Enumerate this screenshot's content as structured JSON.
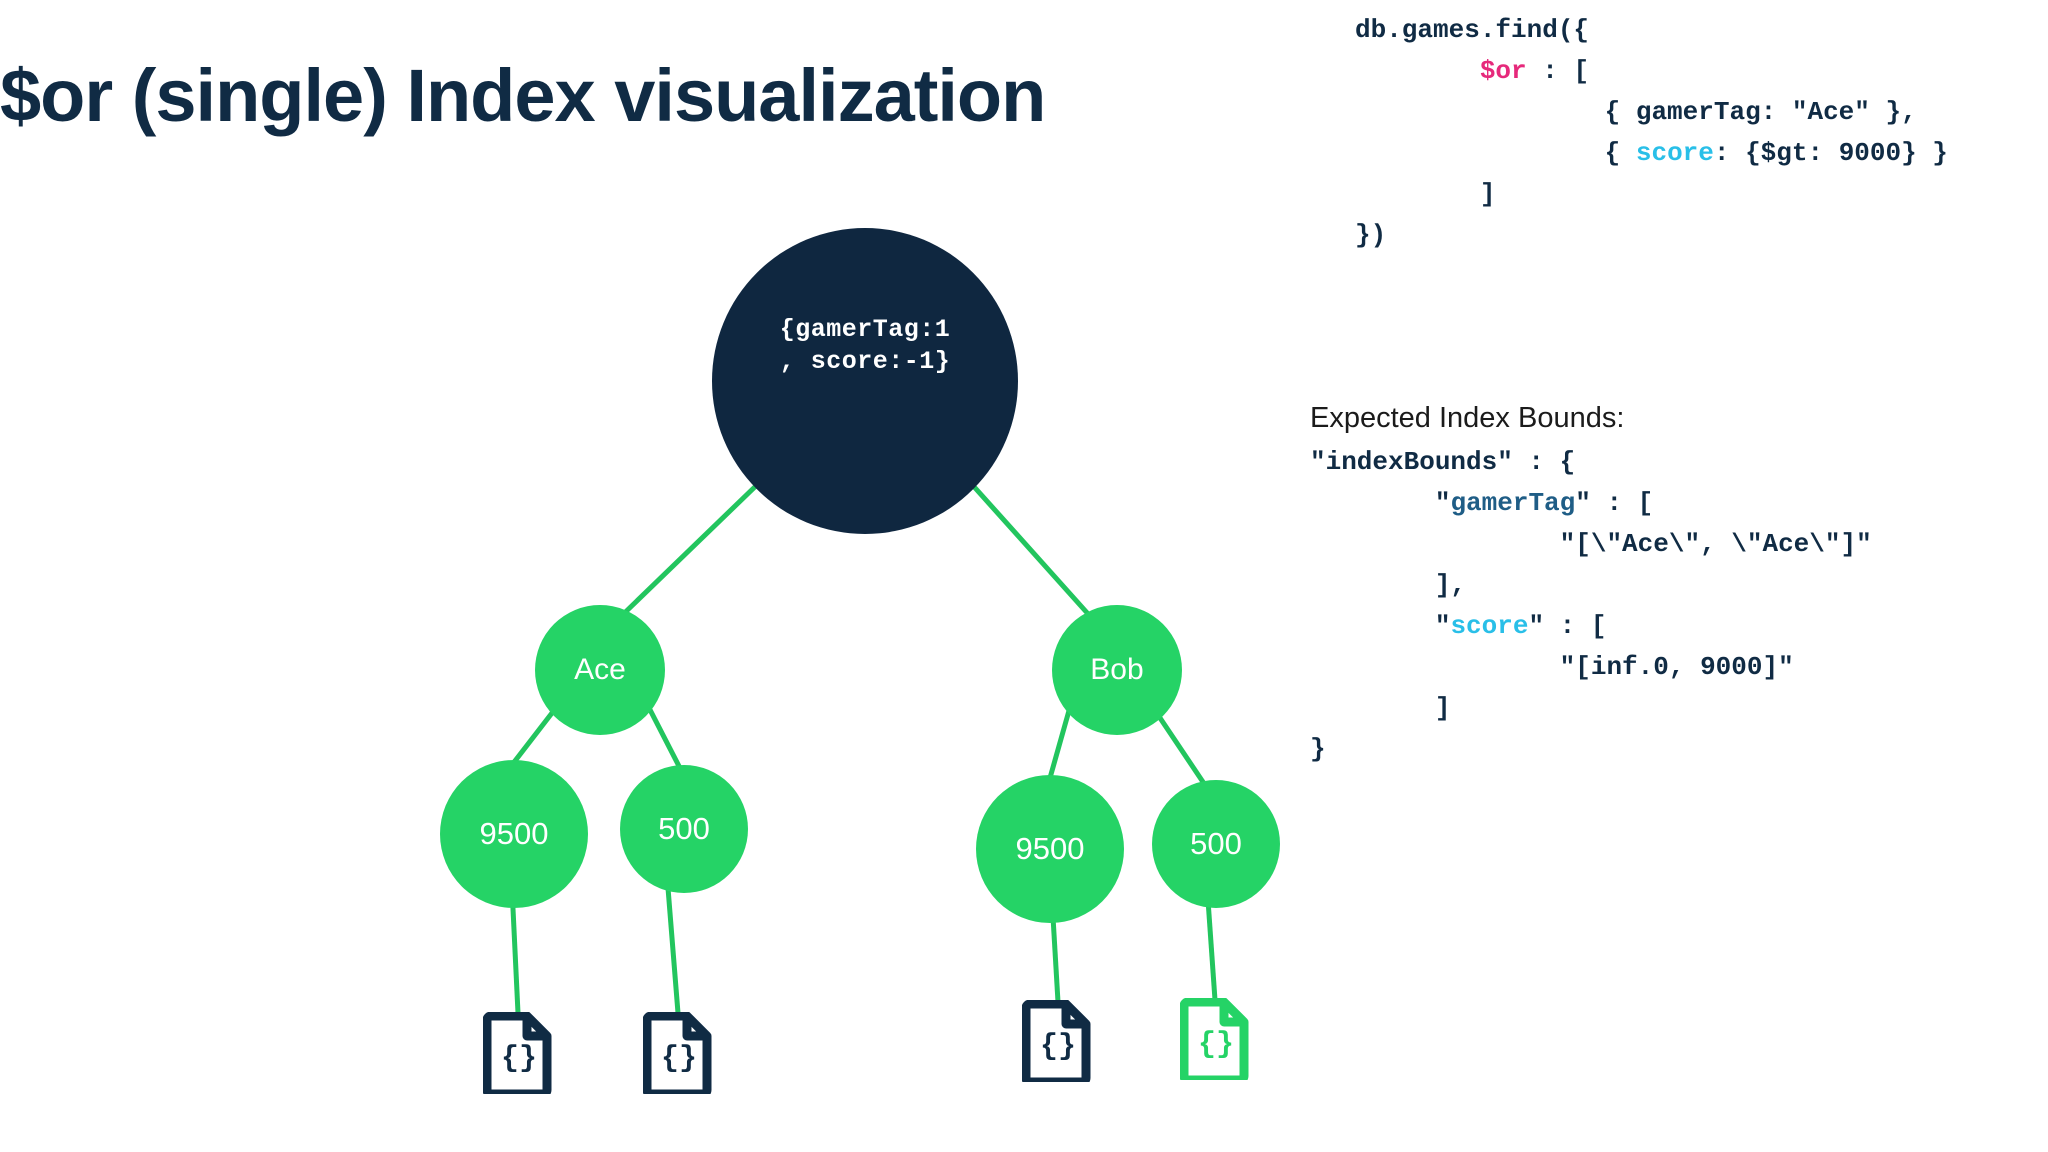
{
  "slide": {
    "title": "$or (single) Index visualization",
    "background": "#ffffff",
    "title_color": "#102b44"
  },
  "colors": {
    "dark_navy": "#0f2740",
    "green": "#25d366",
    "edge_green": "#22c55e",
    "accent_pink": "#e6297b",
    "accent_cyan": "#29bfe8",
    "accent_blue": "#1f5d86"
  },
  "tree": {
    "root": {
      "label": "{gamerTag:1\n, score:-1}",
      "type": "index-spec"
    },
    "level2": [
      {
        "label": "Ace"
      },
      {
        "label": "Bob"
      }
    ],
    "level3": [
      {
        "label": "9500"
      },
      {
        "label": "500"
      },
      {
        "label": "9500"
      },
      {
        "label": "500"
      }
    ],
    "documents": [
      {
        "name": "document-1",
        "highlighted": false
      },
      {
        "name": "document-2",
        "highlighted": false
      },
      {
        "name": "document-3",
        "highlighted": false
      },
      {
        "name": "document-4",
        "highlighted": true
      }
    ]
  },
  "code": {
    "query_lines": [
      {
        "indent": 0,
        "text": "db.games.find({"
      },
      {
        "indent": 1,
        "text": "$or : [",
        "highlight": "or"
      },
      {
        "indent": 2,
        "text": "{ gamerTag: \"Ace\" },"
      },
      {
        "indent": 2,
        "text": "{ score: {$gt: 9000} }",
        "highlight": "score"
      },
      {
        "indent": 1,
        "text": "]"
      },
      {
        "indent": 0,
        "text": "})"
      }
    ],
    "query_plain": "db.games.find({\n        $or : [\n                { gamerTag: \"Ace\" },\n                { score: {$gt: 9000} }\n        ]\n})",
    "bounds_label": "Expected Index Bounds:",
    "bounds_plain": "\"indexBounds\" : {\n        \"gamerTag\" : [\n                \"[\\\"Ace\\\", \\\"Ace\\\"]\"\n        ],\n        \"score\" : [\n                \"[inf.0, 9000]\"\n        ]\n}",
    "tokens": {
      "db_find": "db.games.find({",
      "or": "$or",
      "or_tail": " : [",
      "gamertag_line": "{ gamerTag: \"Ace\" },",
      "score": "score",
      "score_line_head": "{ ",
      "score_line_tail": ": {$gt: 9000} }",
      "bracket_close": "]",
      "paren_close": "})",
      "index_bounds_open": "\"indexBounds\" : {",
      "gamertag_key": "gamerTag",
      "gamertag_key_tail": "\" : [",
      "gamertag_val": "\"[\\\"Ace\\\", \\\"Ace\\\"]\"",
      "arr_close_comma": "],",
      "score_key": "score",
      "score_key_tail": "\" : [",
      "score_val": "\"[inf.0, 9000]\"",
      "arr_close": "]",
      "brace_close": "}",
      "quote": "\""
    }
  }
}
